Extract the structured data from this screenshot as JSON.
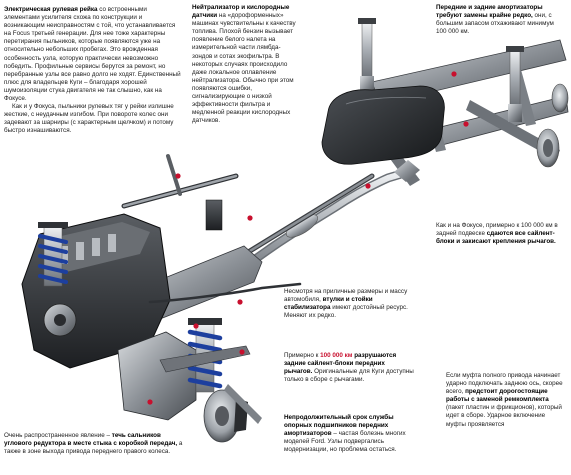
{
  "colors": {
    "accent": "#c8102e",
    "text": "#1c1c1c"
  },
  "callouts": {
    "steering": {
      "lead": "Электрическая рулевая рейка",
      "body": " со встроенными элементами усилителя схожа по конструкции и возникающим неисправностям с той, что устанавливается на Focus третьей генерации. Для нее тоже характерны перетирания пыльников, которые появляются уже на относительно небольших пробегах. Это врожденная особенность узла, которую практически невозможно победить. Профильные сервисы берутся за ремонт, но перебранные узлы все равно долго не ходят. Единственный плюс для владельцев Куги – благодаря хорошей шумоизоляции стука двигателя не так слышно, как на Фокусе.",
      "body2": "Как и у Фокуса, пыльники рулевых тяг у рейки излишне жесткие, с неудачным изгибом. При повороте колес они задевают за шарниры (с характерным щелчком) и потому быстро изнашиваются."
    },
    "oxygen": {
      "lead": "Нейтрализатор и кислородные датчики",
      "body": " на «дороформенных» машинах чувствительны к качеству топлива. Плохой бензин вызывает появление белого налета на измерительной части лямбда-зондов и сотах экофильтра. В некоторых случаях происходило даже локальное оплавление нейтрализатора. Обычно при этом появляются ошибки, сигнализирующие о низкой эффективности фильтра и медленной реакции кислородных датчиков."
    },
    "shocks": {
      "lead": "Передние и задние амортизаторы требуют замены крайне редко,",
      "body": " они, с большим запасом отхаживают минимум 100 000 км."
    },
    "rear_blocks": {
      "body": "Как и на Фокусе, примерно к 100 000 км в задней подвеске ",
      "lead": "сдаются все сайлент-блоки и закисают крепления рычагов."
    },
    "stabilizer": {
      "body": "Несмотря на приличные размеры и массу автомобиля, ",
      "lead": "втулки и стойки стабилизатора",
      "body2": " имеют достойный ресурс. Меняют их редко."
    },
    "front_blocks": {
      "body": "Примерно к ",
      "num": "100 000 км",
      "lead": " разрушаются задние сайлент-блоки передних рычагов.",
      "body2": " Оригинальные для Куги доступны только в сборе с рычагами."
    },
    "bearings": {
      "lead": "Непродолжительный срок службы опорных подшипников передних амортизаторов",
      "body": " – частая болезнь многих моделей Ford. Узлы подвергались модернизации, но проблема остаться."
    },
    "gearbox": {
      "body": "Очень распространенное явление – ",
      "lead": "течь сальников углового редуктора в месте стыка с коробкой передач,",
      "body2": " а также в зоне выхода привода переднего правого колеса."
    },
    "joint": {
      "body": "Если муфта полного привода начинает ударно подключать заднюю ось, скорее всего, ",
      "lead": "предстоит дорогостоящие работы с заменой ремкомплекта",
      "body2": " (пакет пластин и фрикционов), который идет в сборе. Ударное включение муфты проявляется"
    }
  }
}
